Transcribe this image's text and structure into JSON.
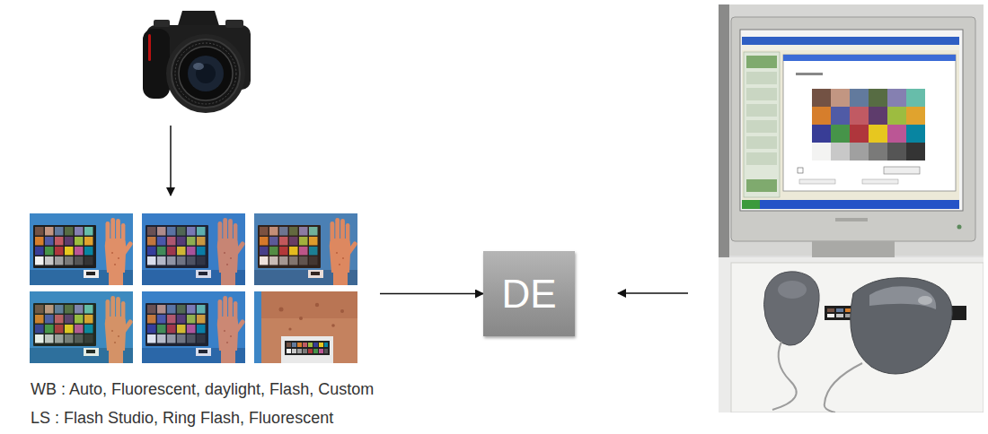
{
  "diagram": {
    "nodes": [
      {
        "text": [
          "WB : Auto, Fluorescent, daylight, Flash, Custom",
          "LS : Flash Studio, Ring Flash, Fluorescent"
        ]
      },
      {
        "text": [
          "DE"
        ]
      }
    ],
    "edges": [
      {
        "from": 0,
        "to": 1,
        "arrow": "to"
      }
    ]
  }
}
